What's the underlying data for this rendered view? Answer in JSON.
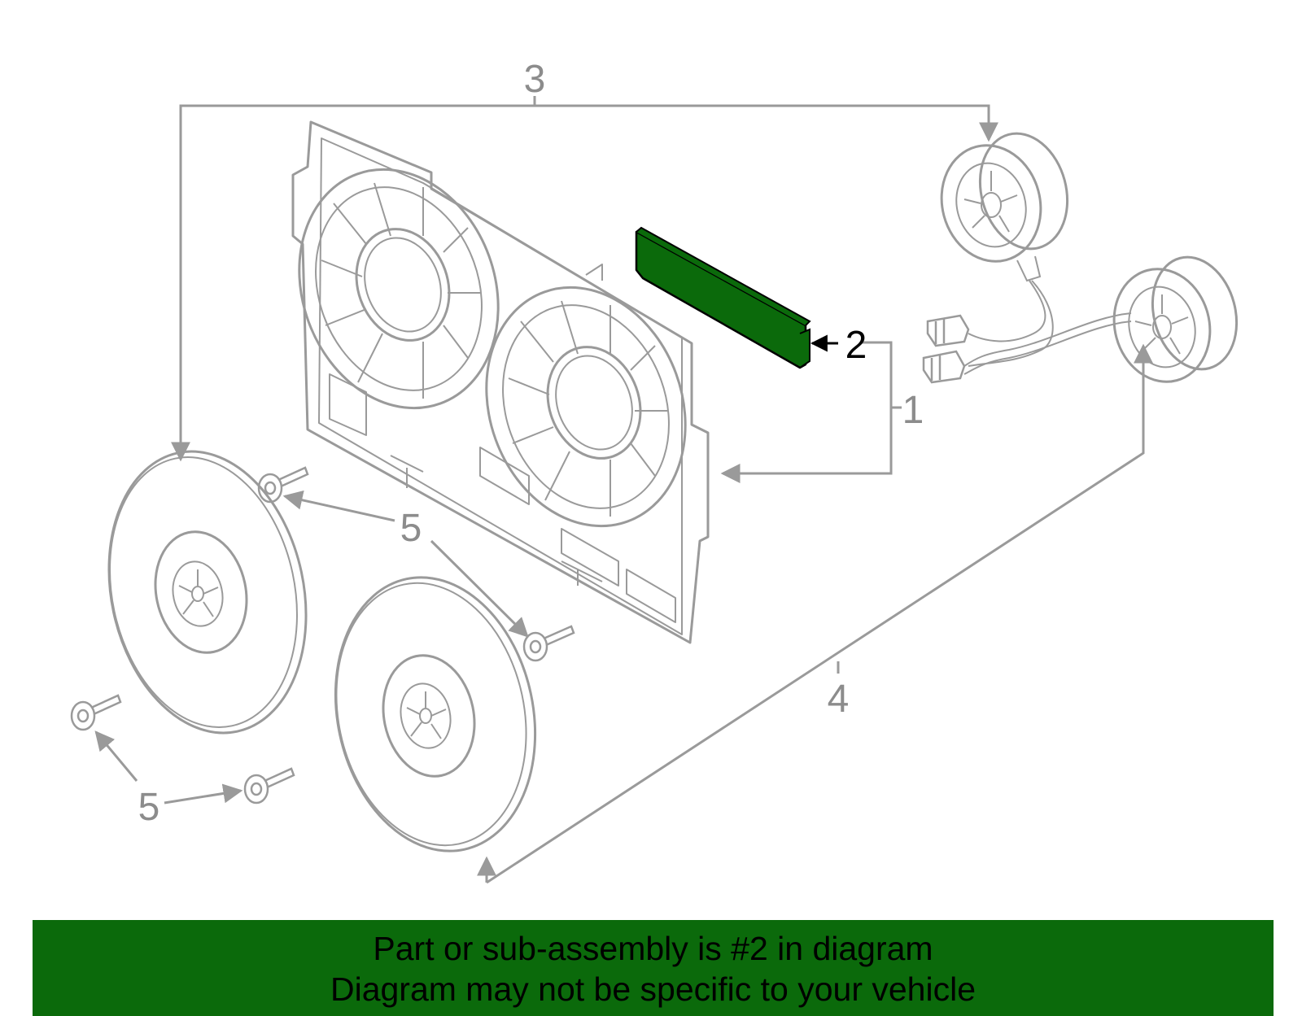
{
  "callouts": {
    "c1": "1",
    "c2": "2",
    "c3": "3",
    "c4": "4",
    "c5a": "5",
    "c5b": "5"
  },
  "highlight_part": "2",
  "colors": {
    "line": "#9a9a9a",
    "highlight_fill": "#0b6a0b",
    "banner_bg": "#0b6a0b"
  },
  "banner": {
    "line1": "Part or sub-assembly is #2 in diagram",
    "line2": "Diagram may not be specific to your vehicle"
  }
}
